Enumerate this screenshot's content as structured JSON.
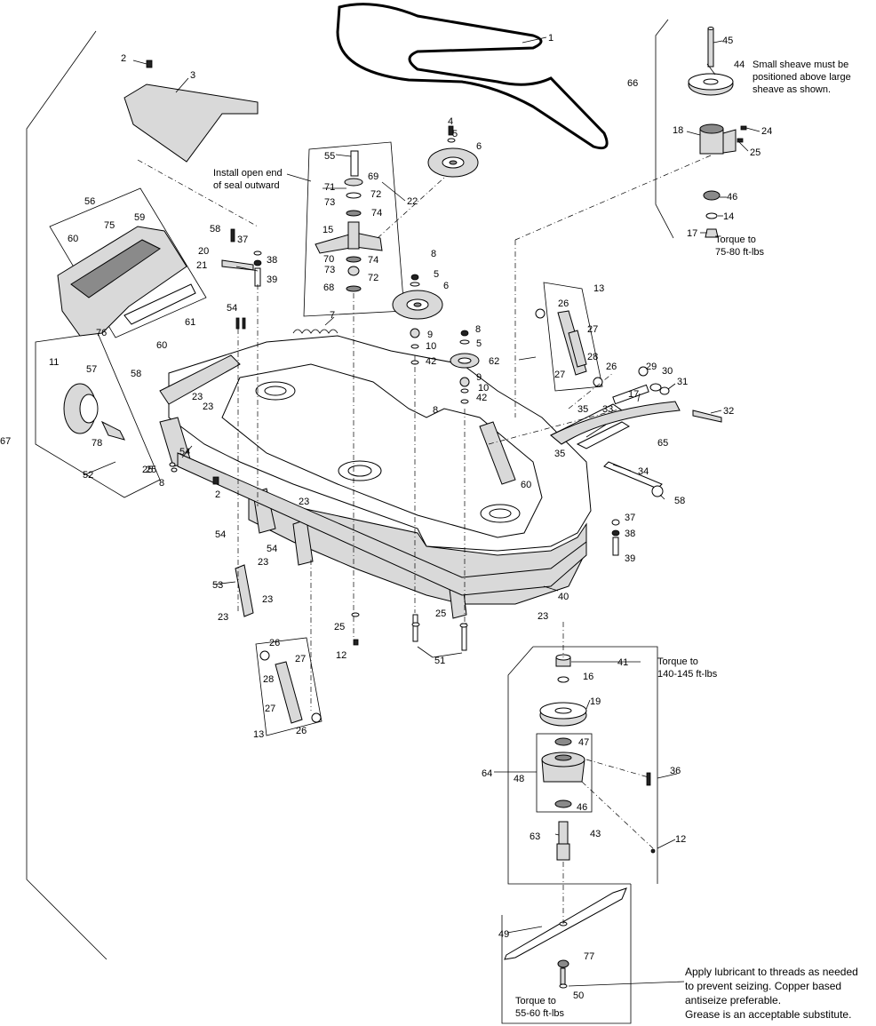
{
  "callouts": [
    {
      "id": "c1",
      "text": "1"
    },
    {
      "id": "c2a",
      "text": "2"
    },
    {
      "id": "c2b",
      "text": "2"
    },
    {
      "id": "c3",
      "text": "3"
    },
    {
      "id": "c4",
      "text": "4"
    },
    {
      "id": "c5a",
      "text": "5"
    },
    {
      "id": "c5b",
      "text": "5"
    },
    {
      "id": "c5c",
      "text": "5"
    },
    {
      "id": "c6a",
      "text": "6"
    },
    {
      "id": "c6b",
      "text": "6"
    },
    {
      "id": "c7",
      "text": "7"
    },
    {
      "id": "c8a",
      "text": "8"
    },
    {
      "id": "c8b",
      "text": "8"
    },
    {
      "id": "c8c",
      "text": "8"
    },
    {
      "id": "c8d",
      "text": "8"
    },
    {
      "id": "c9a",
      "text": "9"
    },
    {
      "id": "c9b",
      "text": "9"
    },
    {
      "id": "c10a",
      "text": "10"
    },
    {
      "id": "c10b",
      "text": "10"
    },
    {
      "id": "c11",
      "text": "11"
    },
    {
      "id": "c12a",
      "text": "12"
    },
    {
      "id": "c12b",
      "text": "12"
    },
    {
      "id": "c13a",
      "text": "13"
    },
    {
      "id": "c13b",
      "text": "13"
    },
    {
      "id": "c14",
      "text": "14"
    },
    {
      "id": "c15",
      "text": "15"
    },
    {
      "id": "c16",
      "text": "16"
    },
    {
      "id": "c17a",
      "text": "17"
    },
    {
      "id": "c17b",
      "text": "17"
    },
    {
      "id": "c18",
      "text": "18"
    },
    {
      "id": "c19",
      "text": "19"
    },
    {
      "id": "c20",
      "text": "20"
    },
    {
      "id": "c21",
      "text": "21"
    },
    {
      "id": "c22",
      "text": "22"
    },
    {
      "id": "c23a",
      "text": "23"
    },
    {
      "id": "c23b",
      "text": "23"
    },
    {
      "id": "c23c",
      "text": "23"
    },
    {
      "id": "c23d",
      "text": "23"
    },
    {
      "id": "c23e",
      "text": "23"
    },
    {
      "id": "c23f",
      "text": "23"
    },
    {
      "id": "c23g",
      "text": "23"
    },
    {
      "id": "c24",
      "text": "24"
    },
    {
      "id": "c25a",
      "text": "25"
    },
    {
      "id": "c25b",
      "text": "25"
    },
    {
      "id": "c25c",
      "text": "25"
    },
    {
      "id": "c25d",
      "text": "25"
    },
    {
      "id": "c25e",
      "text": "25"
    },
    {
      "id": "c26a",
      "text": "26"
    },
    {
      "id": "c26b",
      "text": "26"
    },
    {
      "id": "c26c",
      "text": "26"
    },
    {
      "id": "c26d",
      "text": "26"
    },
    {
      "id": "c27a",
      "text": "27"
    },
    {
      "id": "c27b",
      "text": "27"
    },
    {
      "id": "c27c",
      "text": "27"
    },
    {
      "id": "c27d",
      "text": "27"
    },
    {
      "id": "c28a",
      "text": "28"
    },
    {
      "id": "c28b",
      "text": "28"
    },
    {
      "id": "c29",
      "text": "29"
    },
    {
      "id": "c30",
      "text": "30"
    },
    {
      "id": "c31",
      "text": "31"
    },
    {
      "id": "c32",
      "text": "32"
    },
    {
      "id": "c33",
      "text": "33"
    },
    {
      "id": "c34",
      "text": "34"
    },
    {
      "id": "c35a",
      "text": "35"
    },
    {
      "id": "c35b",
      "text": "35"
    },
    {
      "id": "c36",
      "text": "36"
    },
    {
      "id": "c37a",
      "text": "37"
    },
    {
      "id": "c37b",
      "text": "37"
    },
    {
      "id": "c38a",
      "text": "38"
    },
    {
      "id": "c38b",
      "text": "38"
    },
    {
      "id": "c39a",
      "text": "39"
    },
    {
      "id": "c39b",
      "text": "39"
    },
    {
      "id": "c40",
      "text": "40"
    },
    {
      "id": "c41",
      "text": "41"
    },
    {
      "id": "c42a",
      "text": "42"
    },
    {
      "id": "c42b",
      "text": "42"
    },
    {
      "id": "c43",
      "text": "43"
    },
    {
      "id": "c44",
      "text": "44"
    },
    {
      "id": "c45",
      "text": "45"
    },
    {
      "id": "c46a",
      "text": "46"
    },
    {
      "id": "c46b",
      "text": "46"
    },
    {
      "id": "c47",
      "text": "47"
    },
    {
      "id": "c48",
      "text": "48"
    },
    {
      "id": "c49",
      "text": "49"
    },
    {
      "id": "c50",
      "text": "50"
    },
    {
      "id": "c51",
      "text": "51"
    },
    {
      "id": "c52",
      "text": "52"
    },
    {
      "id": "c53",
      "text": "53"
    },
    {
      "id": "c54a",
      "text": "54"
    },
    {
      "id": "c54b",
      "text": "54"
    },
    {
      "id": "c54c",
      "text": "54"
    },
    {
      "id": "c54d",
      "text": "54"
    },
    {
      "id": "c55",
      "text": "55"
    },
    {
      "id": "c56",
      "text": "56"
    },
    {
      "id": "c57",
      "text": "57"
    },
    {
      "id": "c58a",
      "text": "58"
    },
    {
      "id": "c58b",
      "text": "58"
    },
    {
      "id": "c58c",
      "text": "58"
    },
    {
      "id": "c59",
      "text": "59"
    },
    {
      "id": "c60a",
      "text": "60"
    },
    {
      "id": "c60b",
      "text": "60"
    },
    {
      "id": "c60c",
      "text": "60"
    },
    {
      "id": "c61",
      "text": "61"
    },
    {
      "id": "c62",
      "text": "62"
    },
    {
      "id": "c63",
      "text": "63"
    },
    {
      "id": "c64",
      "text": "64"
    },
    {
      "id": "c65",
      "text": "65"
    },
    {
      "id": "c66",
      "text": "66"
    },
    {
      "id": "c67",
      "text": "67"
    },
    {
      "id": "c68",
      "text": "68"
    },
    {
      "id": "c69",
      "text": "69"
    },
    {
      "id": "c70",
      "text": "70"
    },
    {
      "id": "c71",
      "text": "71"
    },
    {
      "id": "c72a",
      "text": "72"
    },
    {
      "id": "c72b",
      "text": "72"
    },
    {
      "id": "c73a",
      "text": "73"
    },
    {
      "id": "c73b",
      "text": "73"
    },
    {
      "id": "c74a",
      "text": "74"
    },
    {
      "id": "c74b",
      "text": "74"
    },
    {
      "id": "c75",
      "text": "75"
    },
    {
      "id": "c76",
      "text": "76"
    },
    {
      "id": "c77",
      "text": "77"
    },
    {
      "id": "c78",
      "text": "78"
    }
  ],
  "notes": {
    "sheave_1": "Small sheave must be",
    "sheave_2": "positioned above large",
    "sheave_3": "sheave as shown.",
    "seal_1": "Install open end",
    "seal_2": "of seal outward",
    "torque_idler_1": "Torque to",
    "torque_idler_2": "75-80 ft-lbs",
    "torque_spindle_1": "Torque to",
    "torque_spindle_2": "140-145 ft-lbs",
    "torque_blade_1": "Torque to",
    "torque_blade_2": "55-60 ft-lbs",
    "lube_1": "Apply lubricant to threads as needed",
    "lube_2": "to prevent seizing.  Copper based",
    "lube_3": "antiseize preferable.",
    "lube_4": "Grease is an acceptable substitute."
  }
}
